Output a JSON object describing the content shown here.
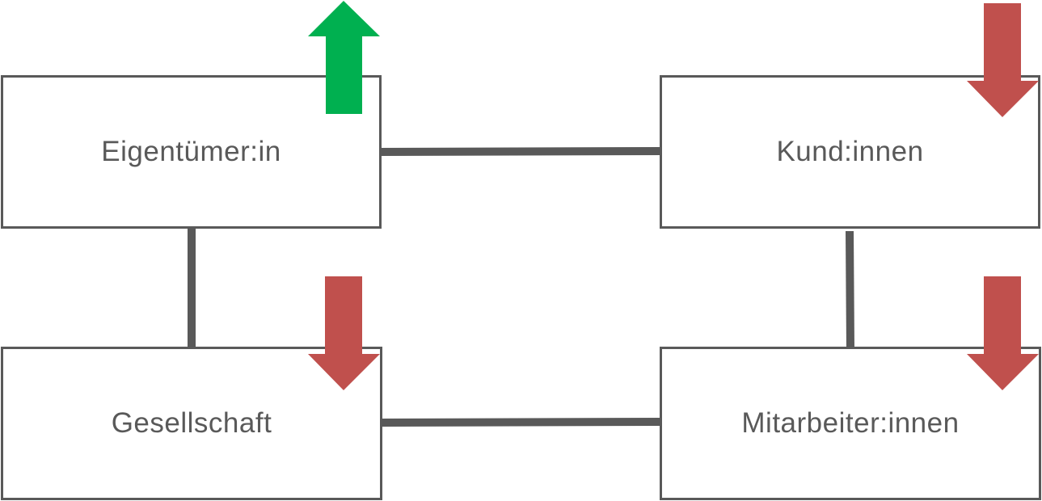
{
  "nodes": {
    "owner": {
      "label": "Eigentümer:in",
      "trend": "up"
    },
    "customers": {
      "label": "Kund:innen",
      "trend": "down"
    },
    "society": {
      "label": "Gesellschaft",
      "trend": "down"
    },
    "employees": {
      "label": "Mitarbeiter:innen",
      "trend": "down"
    }
  },
  "colors": {
    "border": "#595959",
    "connector": "#595959",
    "up_arrow": "#00b050",
    "down_arrow": "#c0504d",
    "text": "#595959"
  },
  "icons": {
    "up": "arrow-up-icon",
    "down": "arrow-down-icon"
  }
}
